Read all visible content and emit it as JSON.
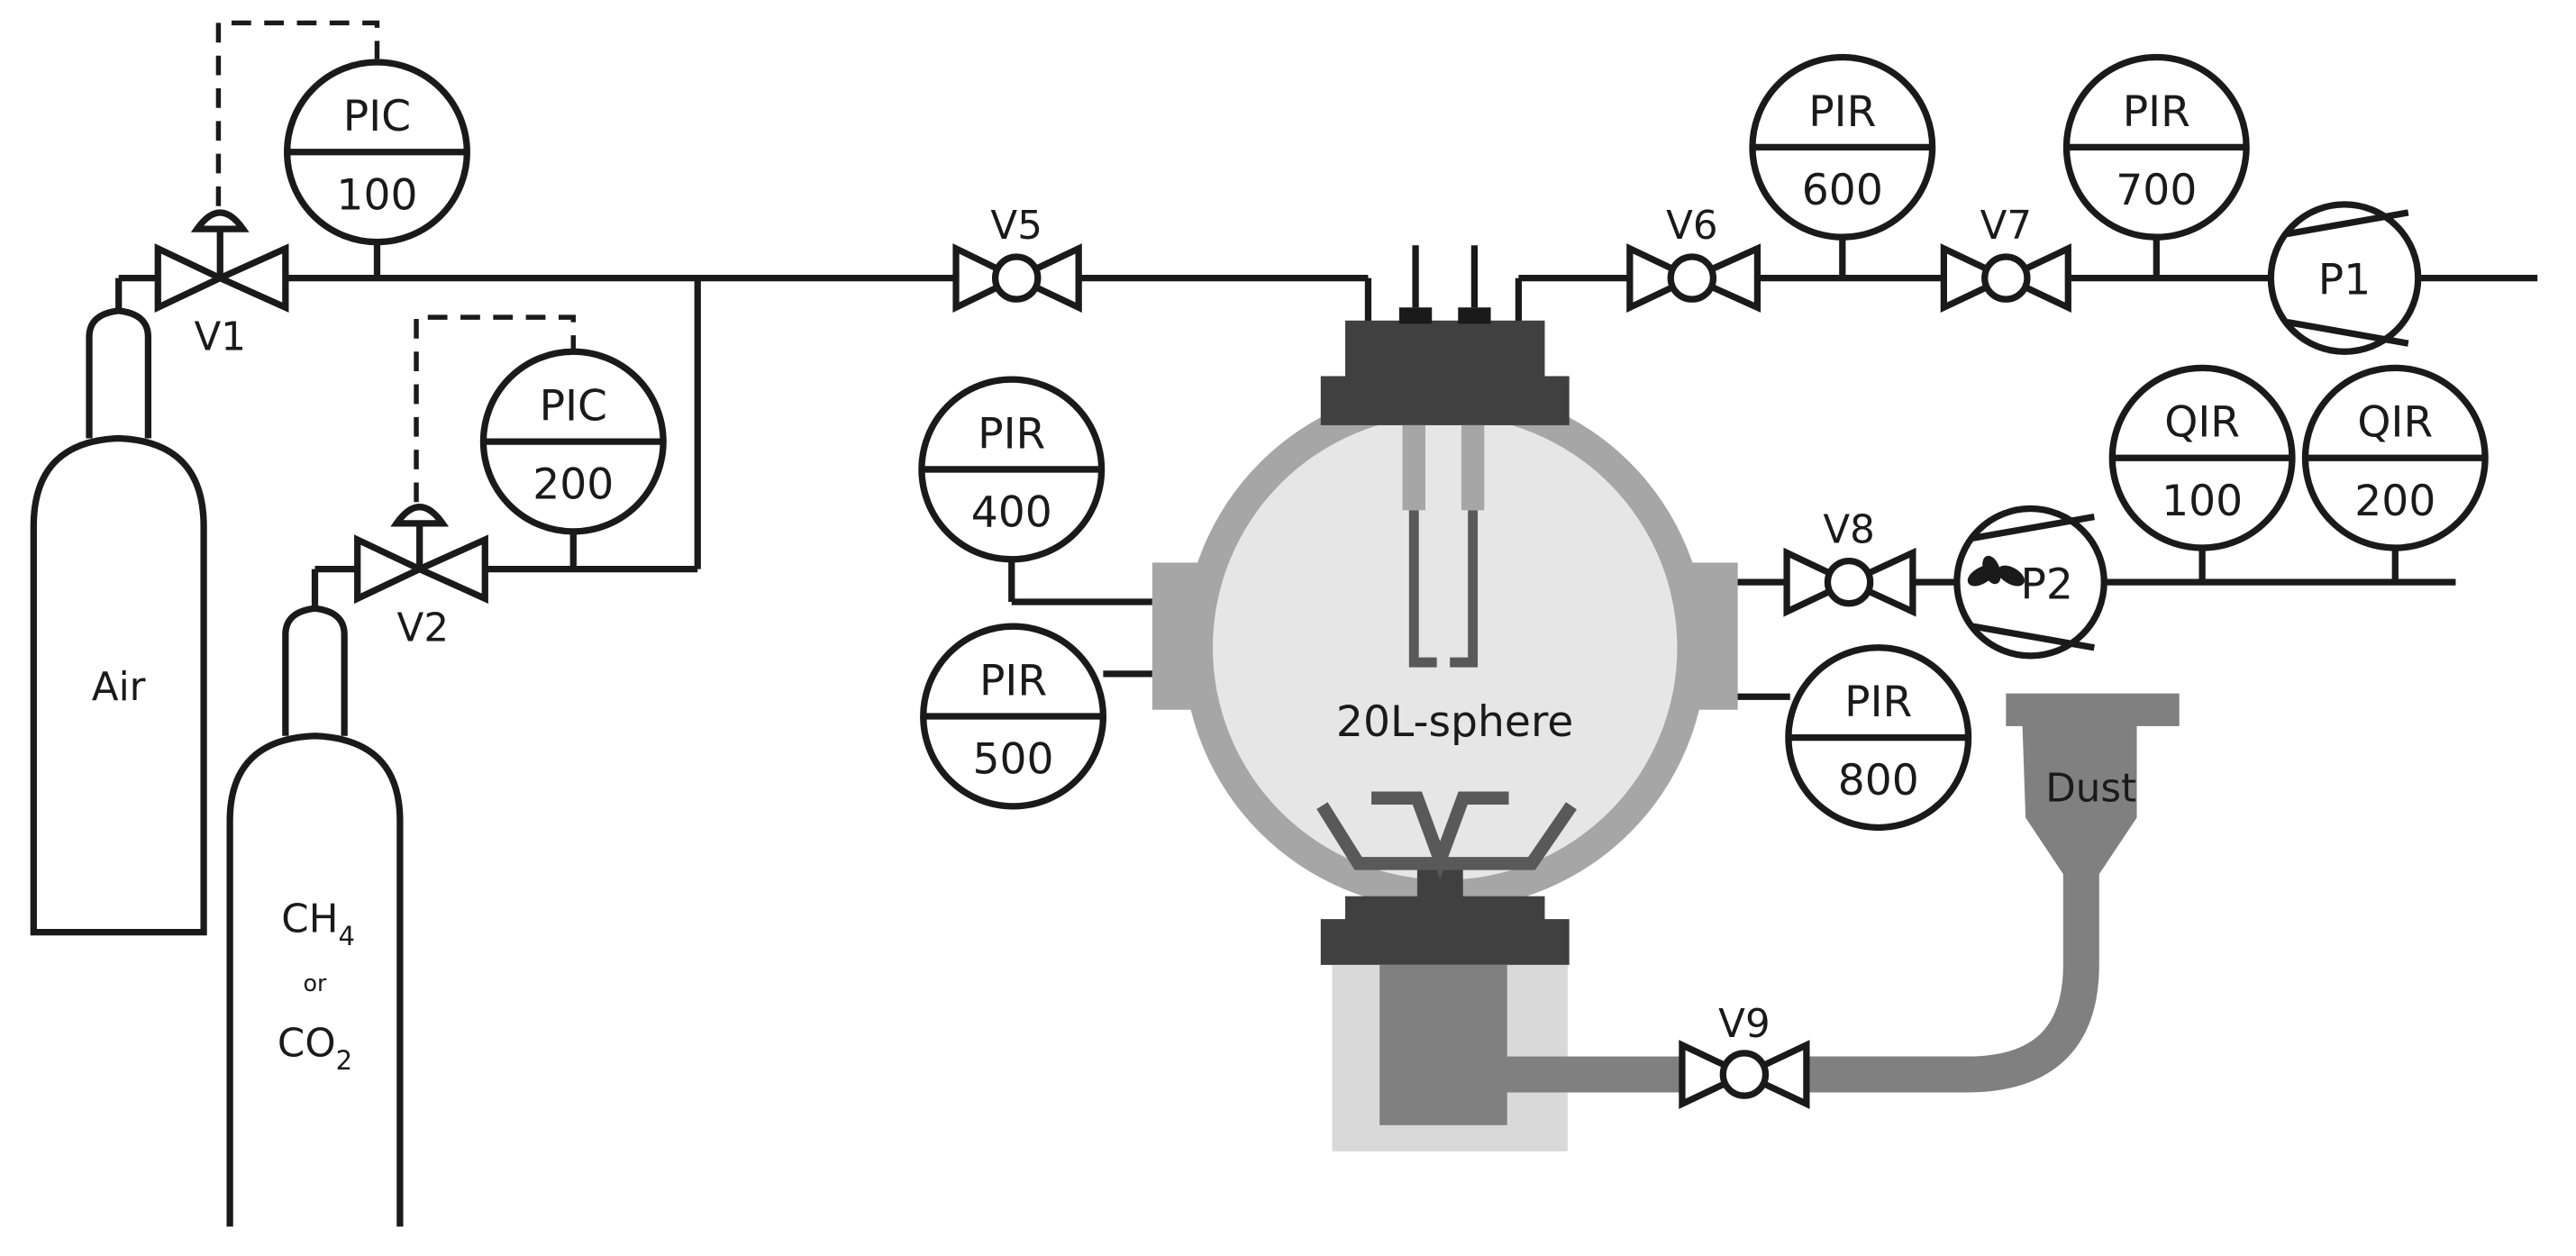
{
  "colors": {
    "line": "#1a1a1a",
    "sphere_shell": "#a6a6a6",
    "sphere_inner": "#e6e6e6",
    "flange_dark": "#404040",
    "container_light": "#d9d9d9",
    "container_mid": "#808080",
    "dust_pipe": "#808080"
  },
  "cylinders": {
    "air": "Air",
    "gas_main_1": "CH",
    "gas_sub_1": "4",
    "gas_or": "or",
    "gas_main_2": "CO",
    "gas_sub_2": "2"
  },
  "valves": {
    "v1": "V1",
    "v2": "V2",
    "v5": "V5",
    "v6": "V6",
    "v7": "V7",
    "v8": "V8",
    "v9": "V9"
  },
  "instruments": {
    "pic100": {
      "tag": "PIC",
      "num": "100"
    },
    "pic200": {
      "tag": "PIC",
      "num": "200"
    },
    "pir400": {
      "tag": "PIR",
      "num": "400"
    },
    "pir500": {
      "tag": "PIR",
      "num": "500"
    },
    "pir600": {
      "tag": "PIR",
      "num": "600"
    },
    "pir700": {
      "tag": "PIR",
      "num": "700"
    },
    "pir800": {
      "tag": "PIR",
      "num": "800"
    },
    "qir100": {
      "tag": "QIR",
      "num": "100"
    },
    "qir200": {
      "tag": "QIR",
      "num": "200"
    }
  },
  "pumps": {
    "p1": "P1",
    "p2": "P2"
  },
  "sphere": {
    "label": "20L-sphere"
  },
  "dust": {
    "label": "Dust"
  }
}
